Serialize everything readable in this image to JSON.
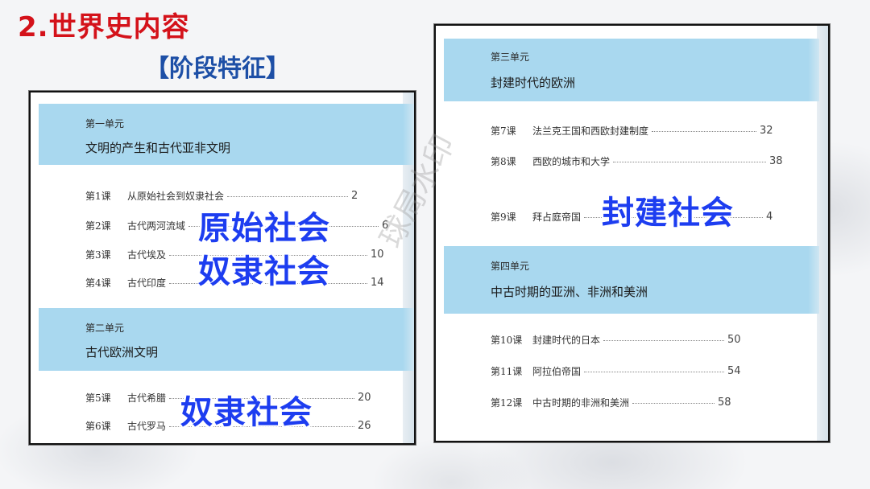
{
  "title": "2.世界史内容",
  "subtitle": "【阶段特征】",
  "left_page": {
    "units": [
      {
        "number": "第一单元",
        "title": "文明的产生和古代亚非文明",
        "lessons": [
          {
            "no": "第1课",
            "name": "从原始社会到奴隶社会",
            "page": "2"
          },
          {
            "no": "第2课",
            "name": "古代两河流域",
            "page": "6"
          },
          {
            "no": "第3课",
            "name": "古代埃及",
            "page": "10"
          },
          {
            "no": "第4课",
            "name": "古代印度",
            "page": "14"
          }
        ]
      },
      {
        "number": "第二单元",
        "title": "古代欧洲文明",
        "lessons": [
          {
            "no": "第5课",
            "name": "古代希腊",
            "page": "20"
          },
          {
            "no": "第6课",
            "name": "古代罗马",
            "page": "26"
          }
        ]
      }
    ],
    "stamps": {
      "primitive": "原始社会",
      "slave1": "奴隶社会",
      "slave2": "奴隶社会"
    }
  },
  "right_page": {
    "units": [
      {
        "number": "第三单元",
        "title": "封建时代的欧洲",
        "lessons": [
          {
            "no": "第7课",
            "name": "法兰克王国和西欧封建制度",
            "page": "32"
          },
          {
            "no": "第8课",
            "name": "西欧的城市和大学",
            "page": "38"
          },
          {
            "no": "第9课",
            "name": "拜占庭帝国",
            "page": "4"
          }
        ]
      },
      {
        "number": "第四单元",
        "title": "中古时期的亚洲、非洲和美洲",
        "lessons": [
          {
            "no": "第10课",
            "name": "封建时代的日本",
            "page": "50"
          },
          {
            "no": "第11课",
            "name": "阿拉伯帝国",
            "page": "54"
          },
          {
            "no": "第12课",
            "name": "中古时期的非洲和美洲",
            "page": "58"
          }
        ]
      }
    ],
    "stamps": {
      "feudal": "封建社会"
    }
  },
  "watermark": "球局水印"
}
